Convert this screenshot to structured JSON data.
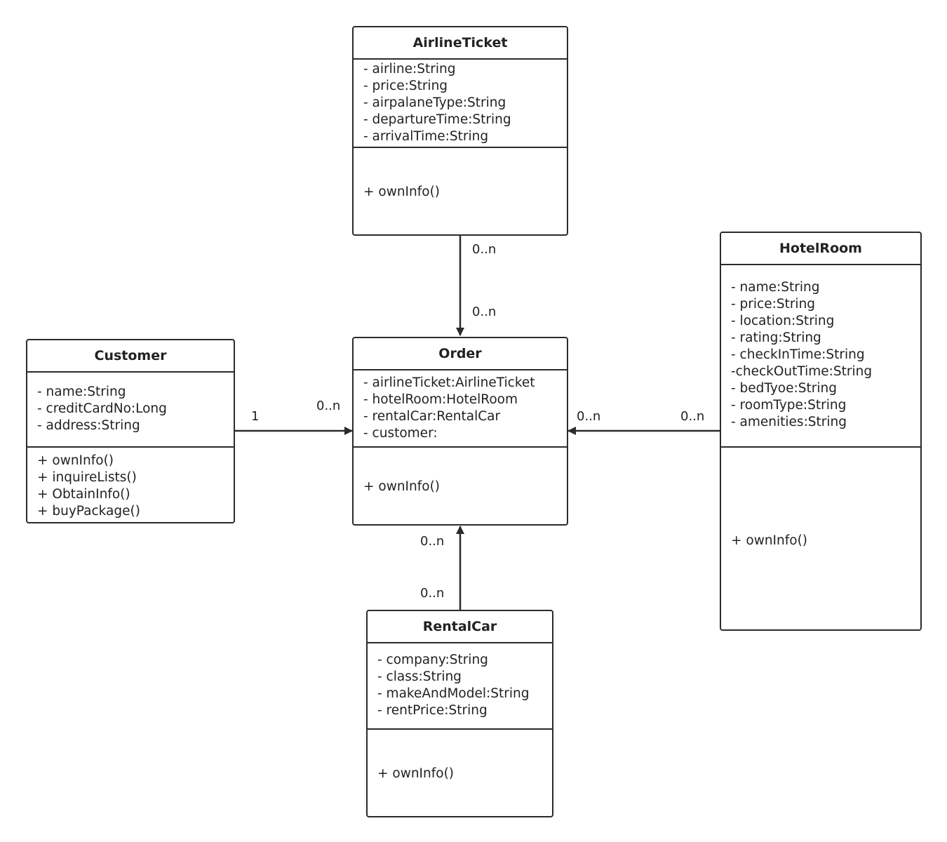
{
  "classes": {
    "airline_ticket": {
      "name": "AirlineTicket",
      "attributes": [
        "- airline:String",
        "- price:String",
        "- airpalaneType:String",
        "- departureTime:String",
        "- arrivalTime:String"
      ],
      "operations": [
        "+ ownInfo()"
      ]
    },
    "hotel_room": {
      "name": "HotelRoom",
      "attributes": [
        "- name:String",
        "- price:String",
        "- location:String",
        "- rating:String",
        "- checkInTime:String",
        "-checkOutTime:String",
        "- bedTyoe:String",
        "- roomType:String",
        "- amenities:String"
      ],
      "operations": [
        "+ ownInfo()"
      ]
    },
    "customer": {
      "name": "Customer",
      "attributes": [
        "- name:String",
        "- creditCardNo:Long",
        "- address:String"
      ],
      "operations": [
        "+ ownInfo()",
        "+ inquireLists()",
        "+ ObtainInfo()",
        "+ buyPackage()"
      ]
    },
    "order": {
      "name": "Order",
      "attributes": [
        "- airlineTicket:AirlineTicket",
        "- hotelRoom:HotelRoom",
        "- rentalCar:RentalCar",
        "- customer:"
      ],
      "operations": [
        "+ ownInfo()"
      ]
    },
    "rental_car": {
      "name": "RentalCar",
      "attributes": [
        "- company:String",
        "- class:String",
        "- makeAndModel:String",
        "- rentPrice:String"
      ],
      "operations": [
        "+ ownInfo()"
      ]
    }
  },
  "associations": {
    "airline_order": {
      "source_mult": "0..n",
      "target_mult": "0..n"
    },
    "customer_order": {
      "source_mult": "1",
      "target_mult": "0..n"
    },
    "hotel_order": {
      "source_mult": "0..n",
      "target_mult": "0..n"
    },
    "rental_order": {
      "source_mult": "0..n",
      "target_mult": "0..n"
    }
  },
  "colors": {
    "line": "#2b2b2b",
    "background": "#ffffff"
  }
}
